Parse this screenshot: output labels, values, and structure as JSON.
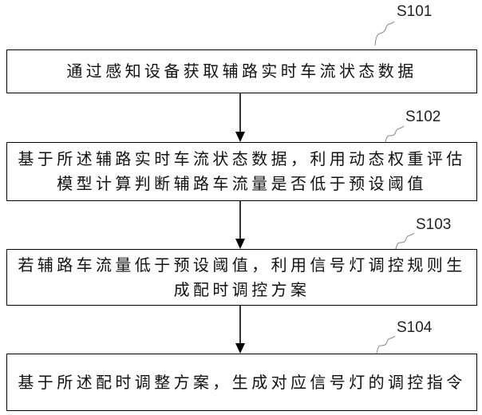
{
  "steps": [
    {
      "label": "S101",
      "lines": [
        "通过感知设备获取辅路实时车流状态数据"
      ]
    },
    {
      "label": "S102",
      "lines": [
        "基于所述辅路实时车流状态数据，利用动态权重评估",
        "模型计算判断辅路车流量是否低于预设阈值"
      ]
    },
    {
      "label": "S103",
      "lines": [
        "若辅路车流量低于预设阈值，利用信号灯调控规则生",
        "成配时调控方案"
      ]
    },
    {
      "label": "S104",
      "lines": [
        "基于所述配时调整方案，生成对应信号灯的调控指令"
      ]
    }
  ]
}
